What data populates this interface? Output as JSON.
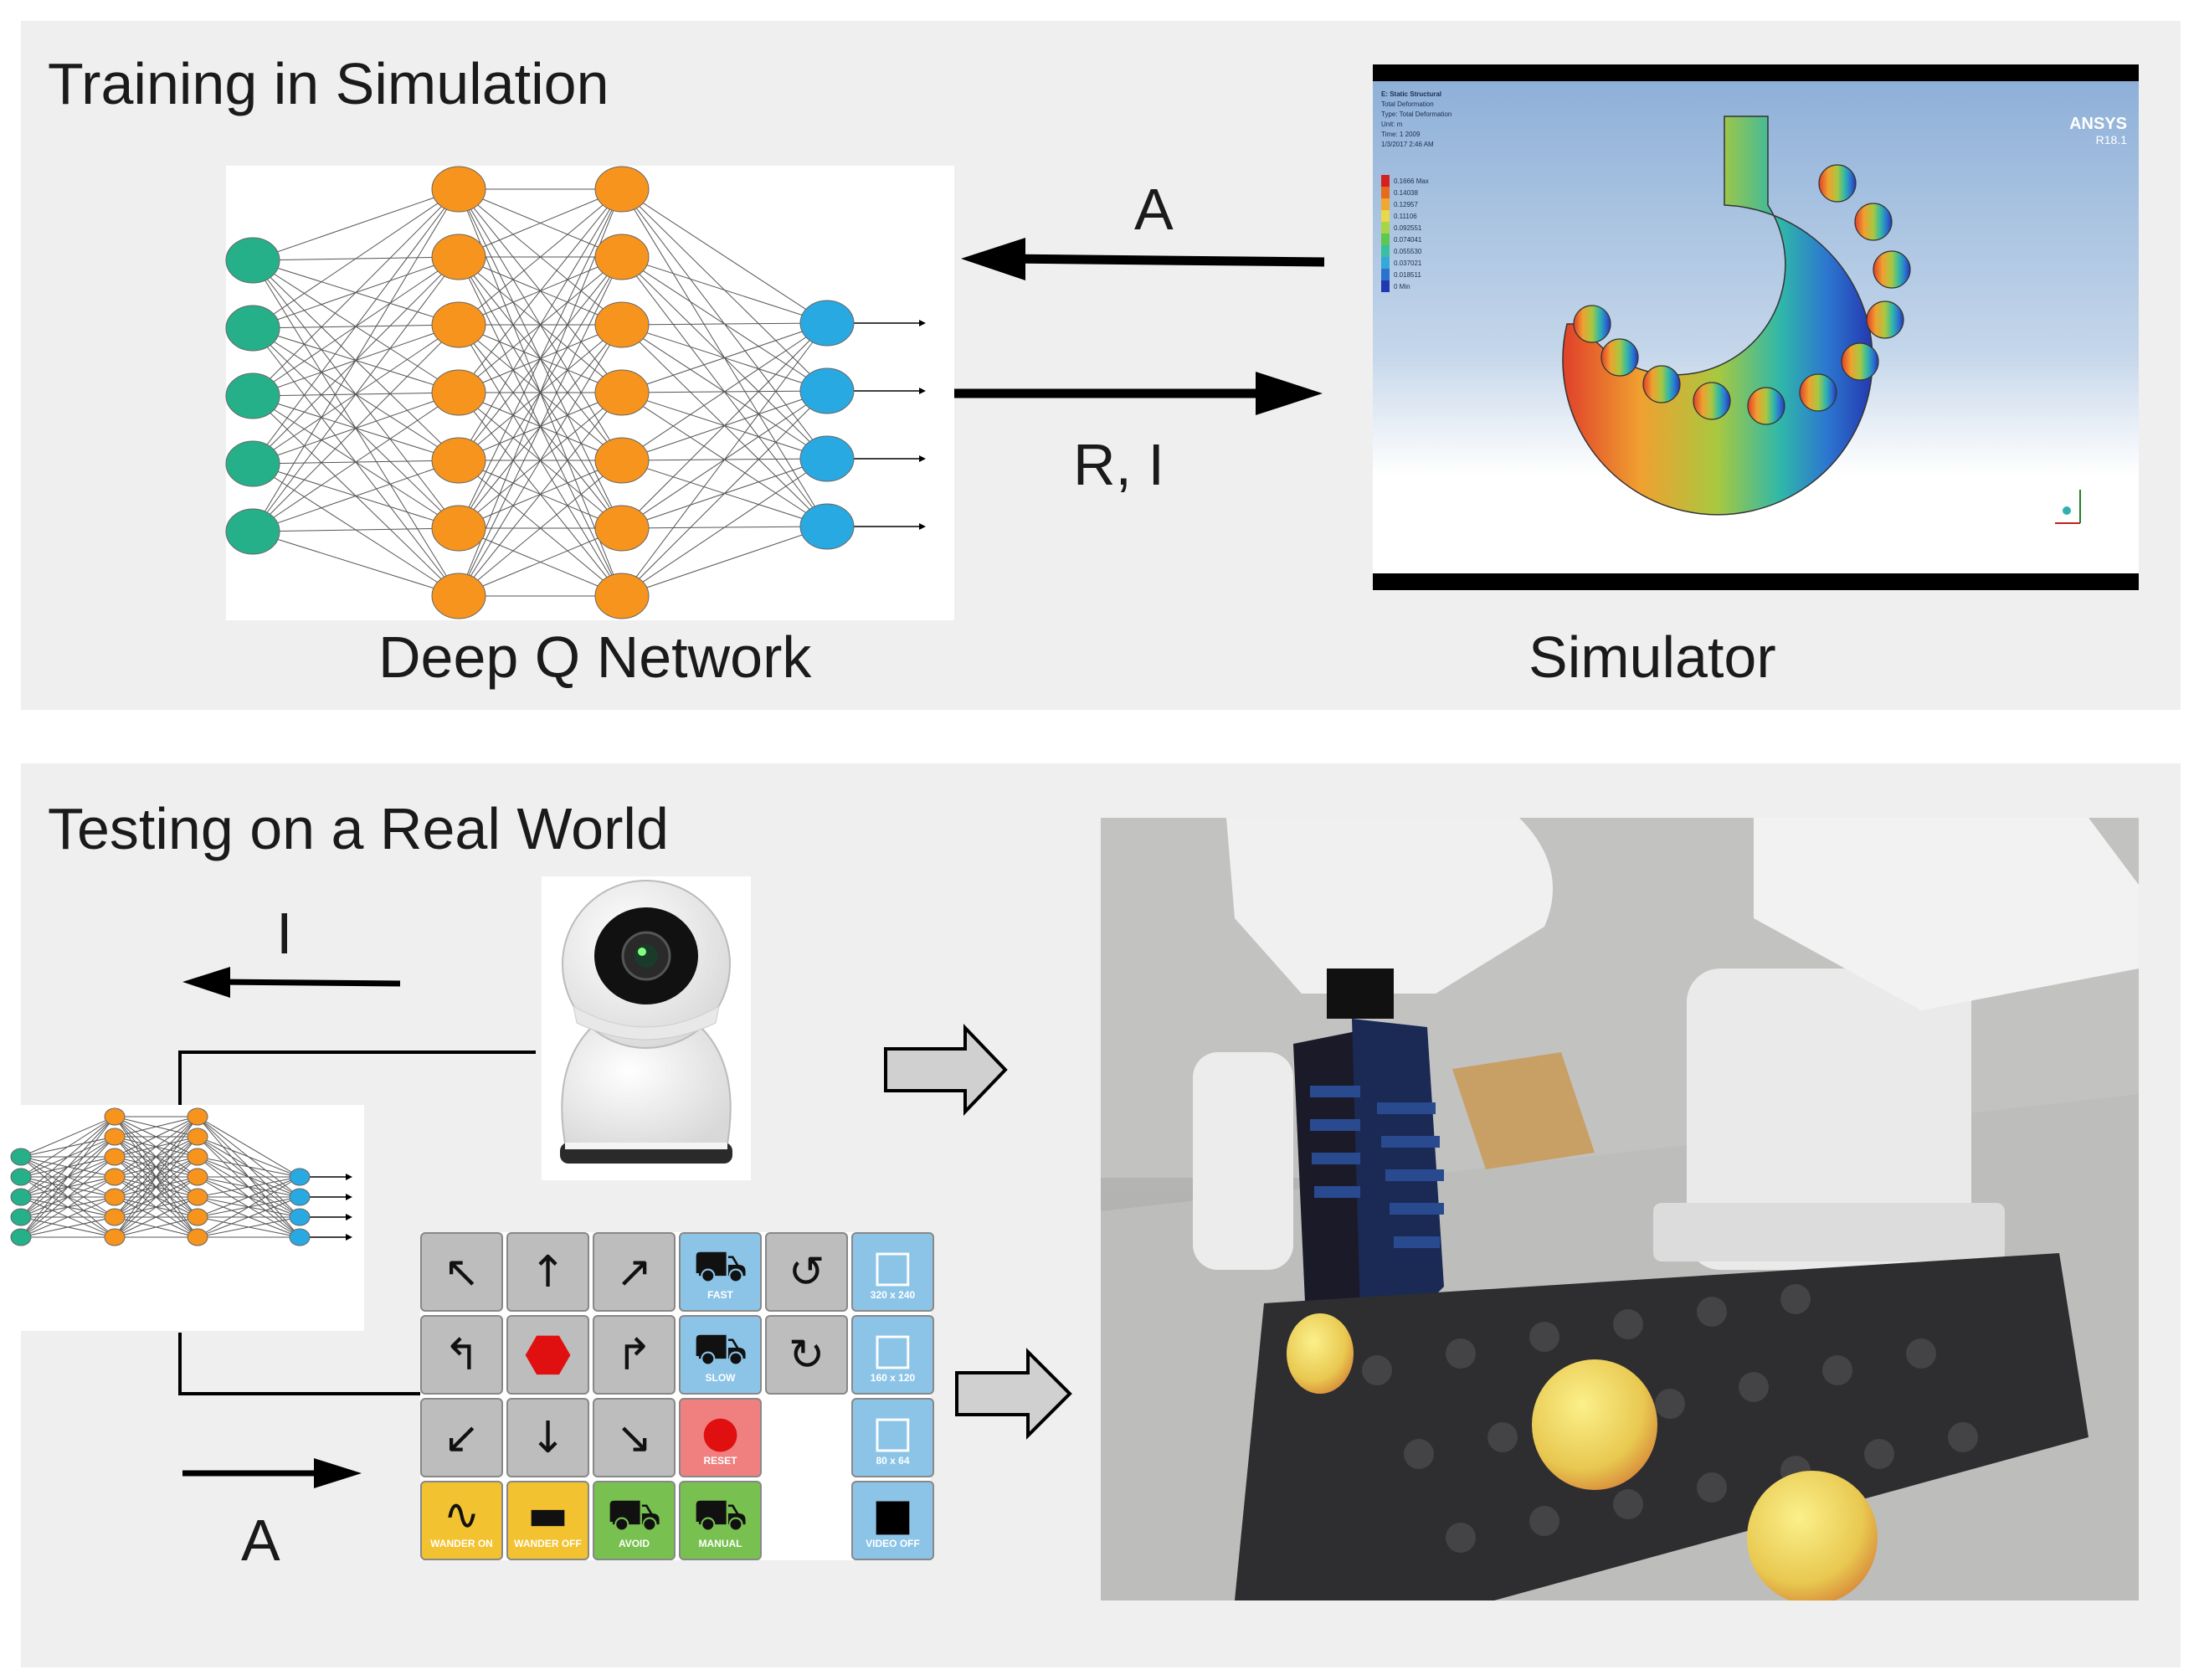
{
  "top_panel": {
    "title": "Training in Simulation",
    "dqn_label": "Deep Q Network",
    "simulator_label": "Simulator",
    "action_label": "A",
    "feedback_label": "R, I",
    "simulator_screen": {
      "brand": "ANSYS",
      "version": "R18.1",
      "info_lines": [
        "E: Static Structural",
        "Total Deformation",
        "Type: Total Deformation",
        "Unit: m",
        "Time: 1 2009",
        "1/3/2017 2:46 AM"
      ],
      "legend_values": [
        "0.1666 Max",
        "0.14038",
        "0.12957",
        "0.11106",
        "0.092551",
        "0.074041",
        "0.055530",
        "0.037021",
        "0.018511",
        "0 Min"
      ],
      "legend_colors": [
        "#d42020",
        "#e86a1c",
        "#f0a830",
        "#e8d84a",
        "#a8d448",
        "#5cc850",
        "#38c0a0",
        "#34a8d8",
        "#2c70d0",
        "#2038b0"
      ]
    }
  },
  "bottom_panel": {
    "title": "Testing on a Real World",
    "image_label": "I",
    "action_label": "A",
    "controls": {
      "buttons": [
        {
          "icon": "turn-left-up-icon",
          "label": ""
        },
        {
          "icon": "arrow-up-icon",
          "label": ""
        },
        {
          "icon": "turn-right-up-icon",
          "label": ""
        },
        {
          "icon": "robot-fast-icon",
          "label": "FAST"
        },
        {
          "icon": "rotate-ccw-icon",
          "label": ""
        },
        {
          "icon": "resolution-large-icon",
          "label": "320 x 240"
        },
        {
          "icon": "rotate-left-icon",
          "label": ""
        },
        {
          "icon": "stop-icon",
          "label": ""
        },
        {
          "icon": "rotate-right-icon",
          "label": ""
        },
        {
          "icon": "robot-slow-icon",
          "label": "SLOW"
        },
        {
          "icon": "rotate-cw-icon",
          "label": ""
        },
        {
          "icon": "resolution-medium-icon",
          "label": "160 x 120"
        },
        {
          "icon": "turn-left-down-icon",
          "label": ""
        },
        {
          "icon": "arrow-down-icon",
          "label": ""
        },
        {
          "icon": "turn-right-down-icon",
          "label": ""
        },
        {
          "icon": "reset-icon",
          "label": "RESET"
        },
        {
          "icon": "",
          "label": ""
        },
        {
          "icon": "resolution-small-icon",
          "label": "80 x 64"
        },
        {
          "icon": "wander-on-icon",
          "label": "WANDER ON"
        },
        {
          "icon": "wander-off-icon",
          "label": "WANDER OFF"
        },
        {
          "icon": "robot-avoid-icon",
          "label": "AVOID"
        },
        {
          "icon": "robot-manual-icon",
          "label": "MANUAL"
        },
        {
          "icon": "",
          "label": ""
        },
        {
          "icon": "video-off-icon",
          "label": "VIDEO OFF"
        }
      ]
    }
  },
  "colors": {
    "panel_bg": "#eeefee",
    "input_node": "#26b08a",
    "hidden_node": "#f7941d",
    "output_node": "#29a9e1",
    "arrow": "#000000",
    "block_arrow_fill": "#d0d0d0"
  }
}
